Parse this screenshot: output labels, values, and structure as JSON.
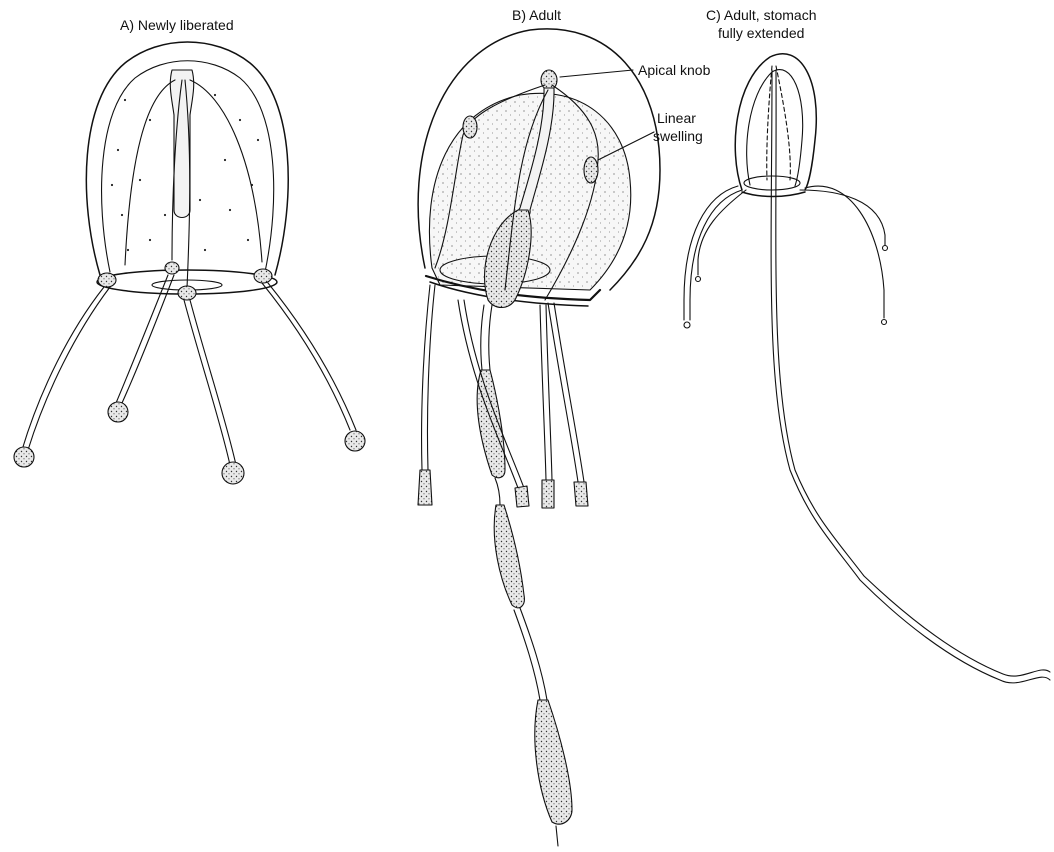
{
  "figure": {
    "panel_a": {
      "title": "A) Newly liberated"
    },
    "panel_b": {
      "title": "B) Adult",
      "labels": {
        "apical_knob": "Apical knob",
        "linear_swelling_line1": "Linear",
        "linear_swelling_line2": "swelling"
      }
    },
    "panel_c": {
      "title_line1": "C) Adult, stomach",
      "title_line2": "fully extended"
    }
  }
}
